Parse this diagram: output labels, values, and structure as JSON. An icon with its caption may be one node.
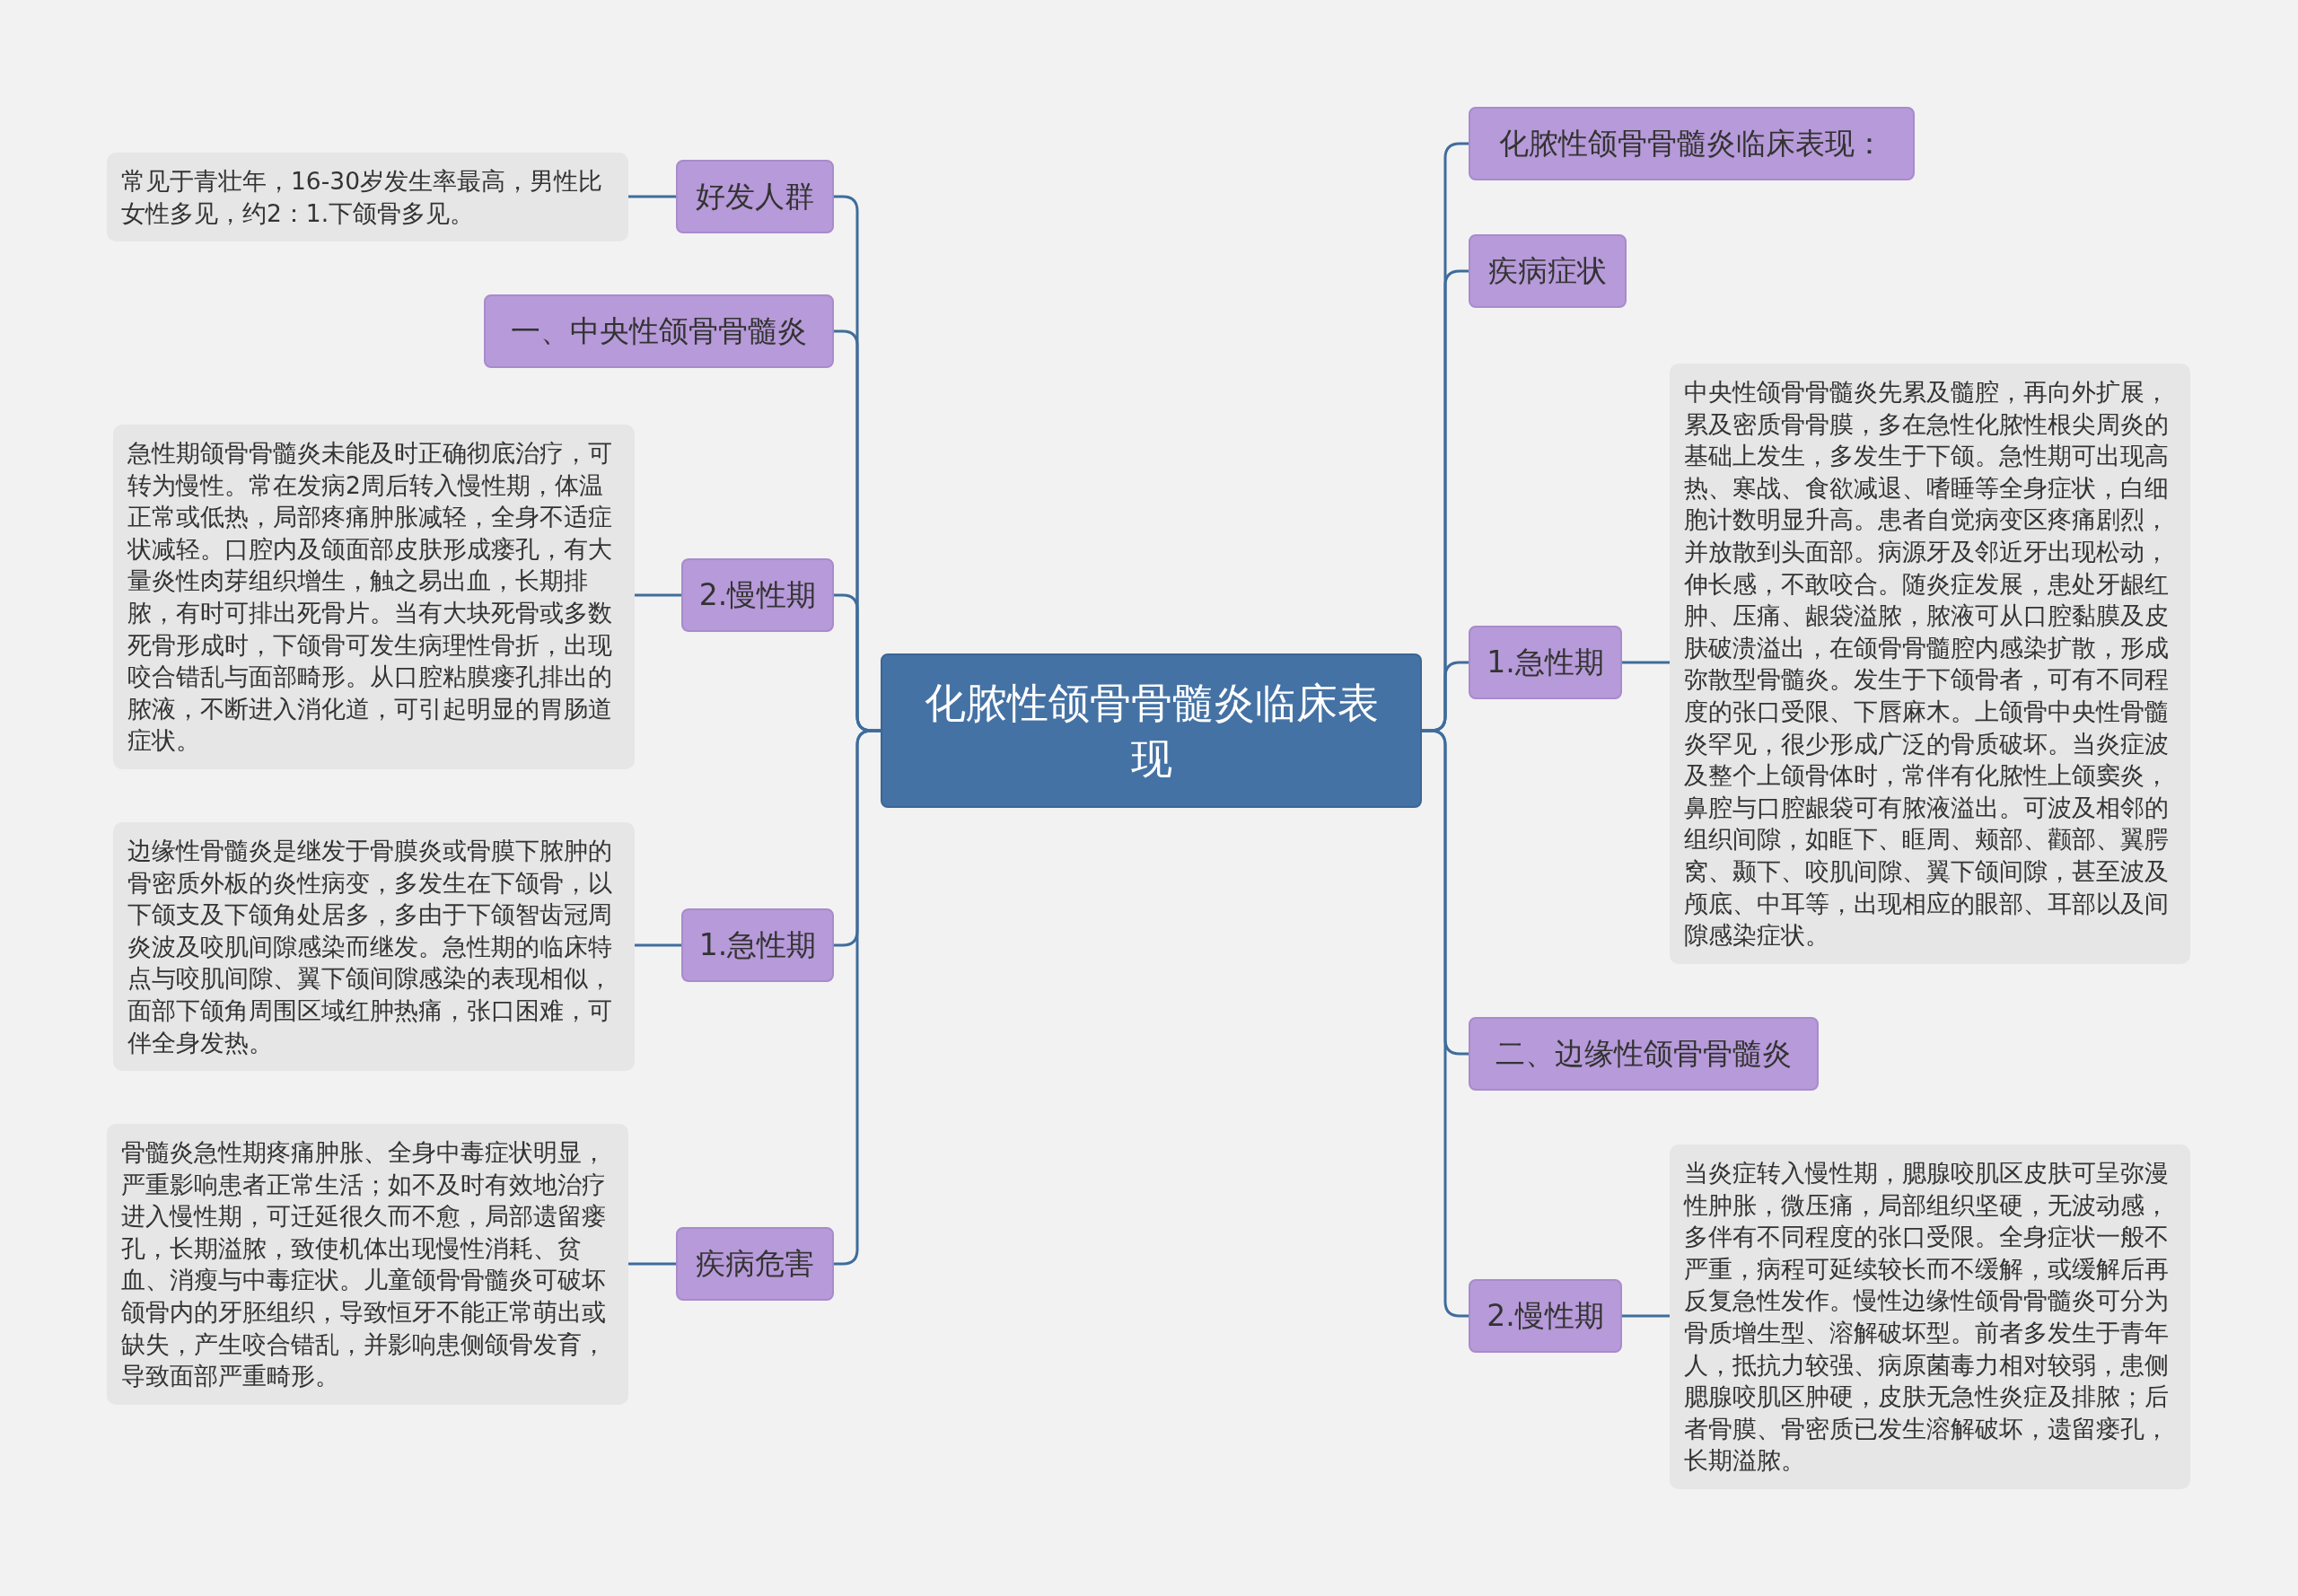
{
  "diagram": {
    "nodes": [
      {
        "text": [
          "化脓性颌骨骨髓炎临床表现"
        ]
      },
      {
        "text": [
          "好发人群"
        ]
      },
      {
        "text": [
          "常见于青壮年，16-30岁发生率最高，男性比女性多见，约2：1.下颌骨多见。"
        ]
      },
      {
        "text": [
          "一、中央性颌骨骨髓炎"
        ]
      },
      {
        "text": [
          "2.慢性期"
        ]
      },
      {
        "text": [
          "急性期颌骨骨髓炎未能及时正确彻底治疗，可转为慢性。常在发病2周后转入慢性期，体温正常或低热，局部疼痛肿胀减轻，全身不适症状减轻。口腔内及颌面部皮肤形成瘘孔，有大量炎性肉芽组织增生，触之易出血，长期排脓，有时可排出死骨片。当有大块死骨或多数死骨形成时，下颌骨可发生病理性骨折，出现咬合错乱与面部畸形。从口腔粘膜瘘孔排出的脓液，不断进入消化道，可引起明显的胃肠道症状。"
        ]
      },
      {
        "text": [
          "1.急性期"
        ]
      },
      {
        "text": [
          "边缘性骨髓炎是继发于骨膜炎或骨膜下脓肿的骨密质外板的炎性病变，多发生在下颌骨，以下颌支及下颌角处居多，多由于下颌智齿冠周炎波及咬肌间隙感染而继发。急性期的临床特点与咬肌间隙、翼下颌间隙感染的表现相似，面部下颌角周围区域红肿热痛，张口困难，可伴全身发热。"
        ]
      },
      {
        "text": [
          "疾病危害"
        ]
      },
      {
        "text": [
          "骨髓炎急性期疼痛肿胀、全身中毒症状明显，严重影响患者正常生活；如不及时有效地治疗进入慢性期，可迁延很久而不愈，局部遗留瘘孔，长期溢脓，致使机体出现慢性消耗、贫血、消瘦与中毒症状。儿童颌骨骨髓炎可破坏颌骨内的牙胚组织，导致恒牙不能正常萌出或缺失，产生咬合错乱，并影响患侧颌骨发育，导致面部严重畸形。"
        ]
      },
      {
        "text": [
          "化脓性颌骨骨髓炎临床表现："
        ]
      },
      {
        "text": [
          "疾病症状"
        ]
      },
      {
        "text": [
          "1.急性期"
        ]
      },
      {
        "text": [
          "中央性颌骨骨髓炎先累及髓腔，再向外扩展，累及密质骨骨膜，多在急性化脓性根尖周炎的基础上发生，多发生于下颌。急性期可出现高热、寒战、食欲减退、嗜睡等全身症状，白细胞计数明显升高。患者自觉病变区疼痛剧烈，并放散到头面部。病源牙及邻近牙出现松动，伸长感，不敢咬合。随炎症发展，患处牙龈红肿、压痛、龈袋溢脓，脓液可从口腔黏膜及皮肤破溃溢出，在颌骨骨髓腔内感染扩散，形成弥散型骨髓炎。发生于下颌骨者，可有不同程度的张口受限、下唇麻木。上颌骨中央性骨髓炎罕见，很少形成广泛的骨质破坏。当炎症波及整个上颌骨体时，常伴有化脓性上颌窦炎，鼻腔与口腔龈袋可有脓液溢出。可波及相邻的组织间隙，如眶下、眶周、颊部、颧部、翼腭窝、颞下、咬肌间隙、翼下颌间隙，甚至波及颅底、中耳等，出现相应的眼部、耳部以及间隙感染症状。"
        ]
      },
      {
        "text": [
          "二、边缘性颌骨骨髓炎"
        ]
      },
      {
        "text": [
          "2.慢性期"
        ]
      },
      {
        "text": [
          "当炎症转入慢性期，腮腺咬肌区皮肤可呈弥漫性肿胀，微压痛，局部组织坚硬，无波动感，多伴有不同程度的张口受限。全身症状一般不严重，病程可延续较长而不缓解，或缓解后再反复急性发作。慢性边缘性颌骨骨髓炎可分为骨质增生型、溶解破坏型。前者多发生于青年人，抵抗力较强、病原菌毒力相对较弱，患侧腮腺咬肌区肿硬，皮肤无急性炎症及排脓；后者骨膜、骨密质已发生溶解破坏，遗留瘘孔，长期溢脓。"
        ]
      }
    ],
    "edges": [
      {
        "from": 0,
        "to": 1,
        "arrow": "none"
      },
      {
        "from": 1,
        "to": 2,
        "arrow": "none"
      },
      {
        "from": 0,
        "to": 3,
        "arrow": "none"
      },
      {
        "from": 0,
        "to": 4,
        "arrow": "none"
      },
      {
        "from": 4,
        "to": 5,
        "arrow": "none"
      },
      {
        "from": 0,
        "to": 6,
        "arrow": "none"
      },
      {
        "from": 6,
        "to": 7,
        "arrow": "none"
      },
      {
        "from": 0,
        "to": 8,
        "arrow": "none"
      },
      {
        "from": 8,
        "to": 9,
        "arrow": "none"
      },
      {
        "from": 0,
        "to": 10,
        "arrow": "none"
      },
      {
        "from": 0,
        "to": 11,
        "arrow": "none"
      },
      {
        "from": 0,
        "to": 12,
        "arrow": "none"
      },
      {
        "from": 12,
        "to": 13,
        "arrow": "none"
      },
      {
        "from": 0,
        "to": 14,
        "arrow": "none"
      },
      {
        "from": 0,
        "to": 15,
        "arrow": "none"
      },
      {
        "from": 15,
        "to": 16,
        "arrow": "none"
      }
    ]
  }
}
